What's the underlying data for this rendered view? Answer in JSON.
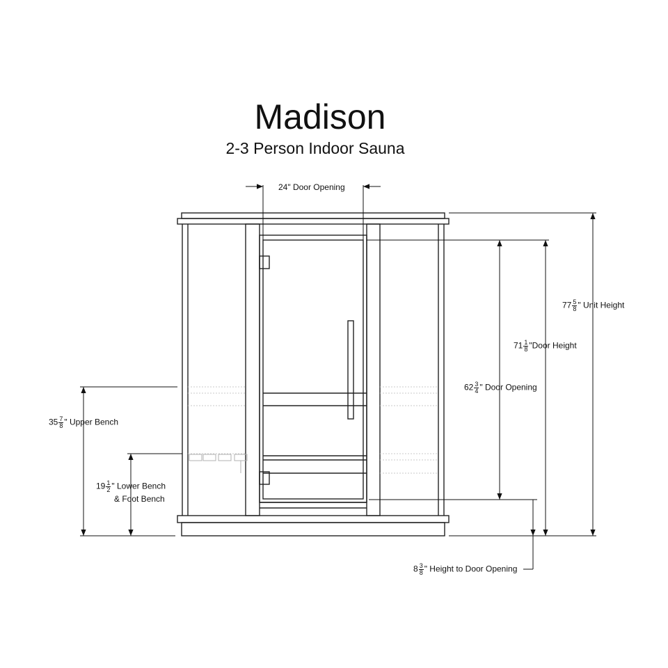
{
  "title": "Madison",
  "subtitle": "2-3 Person Indoor Sauna",
  "dimensions": {
    "door_opening_width": {
      "text": "24\" Door Opening"
    },
    "unit_height": {
      "whole": "77",
      "num": "5",
      "den": "8",
      "suffix": "\" Unit Height"
    },
    "door_height": {
      "whole": "71",
      "num": "1",
      "den": "8",
      "suffix": "\"Door Height"
    },
    "door_opening_height": {
      "whole": "62",
      "num": "3",
      "den": "4",
      "suffix": "\" Door Opening"
    },
    "upper_bench": {
      "whole": "35",
      "num": "7",
      "den": "8",
      "suffix": "\" Upper Bench"
    },
    "lower_bench": {
      "whole": "19",
      "num": "1",
      "den": "2",
      "suffix": "\" Lower Bench",
      "line2": "& Foot Bench"
    },
    "height_to_door": {
      "whole": "8",
      "num": "3",
      "den": "8",
      "suffix": "\" Height to Door Opening"
    }
  }
}
